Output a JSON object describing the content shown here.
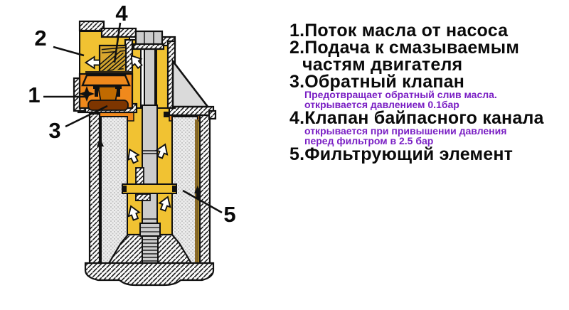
{
  "diagram": {
    "callouts": {
      "n1": "1",
      "n2": "2",
      "n3": "3",
      "n4": "4",
      "n5": "5"
    },
    "colors": {
      "oil_yellow": "#f1c232",
      "chamber_yellow": "#d9a62e",
      "spring_bar": "#c8a030",
      "valve_orange": "#f0891c",
      "poppet_orange": "#c06a00",
      "valve_disc_maroon": "#7d3500",
      "metal_gray": "#cccccc",
      "triangle_gray": "#dadada",
      "element_streak_brown": "#8a6a28",
      "outline_black": "#111111"
    }
  },
  "legend": {
    "note_color": "#7a1fc4",
    "items": [
      {
        "label": "1.Поток масла от насоса"
      },
      {
        "label": "2.Подача к смазываемым",
        "label_cont": "частям двигателя"
      },
      {
        "label": "3.Обратный клапан",
        "notes": [
          "Предотвращает обратный слив масла.",
          "открывается давлением 0.1бар"
        ]
      },
      {
        "label": "4.Клапан байпасного канала",
        "notes": [
          "открывается при привышении давления",
          "перед фильтром в 2.5 бар"
        ]
      },
      {
        "label": "5.Фильтрующий элемент"
      }
    ]
  }
}
